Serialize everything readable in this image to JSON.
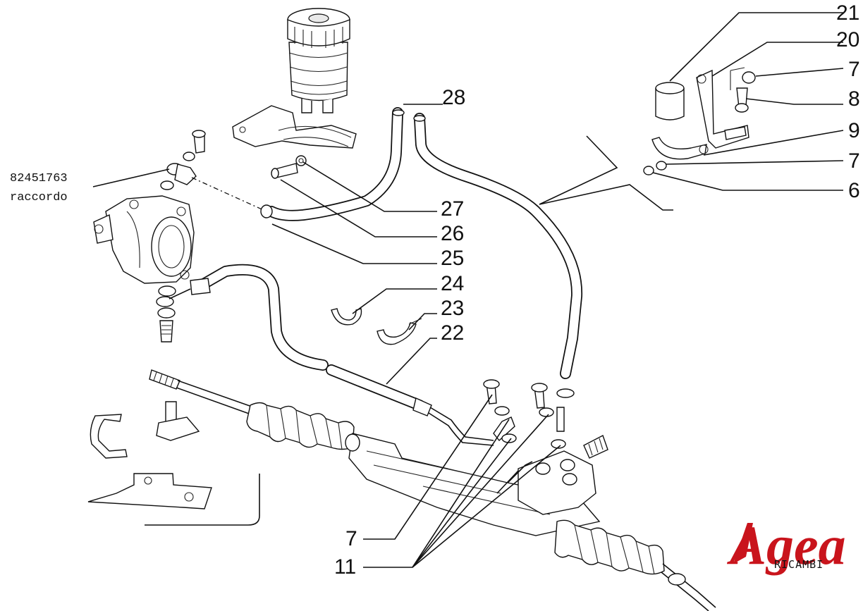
{
  "diagram": {
    "callouts": {
      "c21": "21",
      "c20": "20",
      "c7a": "7",
      "c8": "8",
      "c9": "9",
      "c7b": "7",
      "c6": "6",
      "c28": "28",
      "c27": "27",
      "c26": "26",
      "c25": "25",
      "c24": "24",
      "c23": "23",
      "c22": "22",
      "c7c": "7",
      "c11": "11"
    },
    "part_note": {
      "number": "82451763",
      "name": "raccordo"
    }
  },
  "logo": {
    "brand": "Agea",
    "sub": "RICAMBI",
    "color": "#c9141c"
  }
}
